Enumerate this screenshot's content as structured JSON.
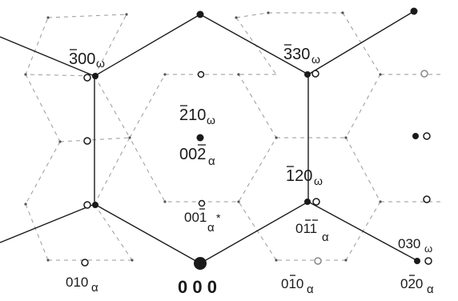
{
  "diagram": {
    "labels": {
      "l300w": {
        "main": "300",
        "bar_index": 0,
        "sub": "ω"
      },
      "l330w": {
        "main": "330",
        "bar_index": 0,
        "sub": "ω"
      },
      "l210w": {
        "main": "210",
        "bar_index": 0,
        "sub": "ω"
      },
      "l002a": {
        "main": "002",
        "bar_index": 2,
        "sub": "α"
      },
      "l120w": {
        "main": "120",
        "bar_index": 0,
        "sub": "ω"
      },
      "l001a": {
        "main": "001",
        "bar_index": 2,
        "sub": "α",
        "sup": "*"
      },
      "l011a": {
        "main": "011",
        "bar_indices": [
          1,
          2
        ],
        "sub": "α"
      },
      "l030w": {
        "main": "030",
        "sub": "ω"
      },
      "l010a": {
        "main": "010",
        "sub": "α"
      },
      "l000": {
        "main": "0 0 0"
      },
      "l0m10a": {
        "main": "010",
        "bar_index": 1,
        "sub": "α"
      },
      "l0m20a": {
        "main": "020",
        "bar_index": 1,
        "sub": "α"
      }
    },
    "colors": {
      "solid_line": "#1a1a1a",
      "dashed_line": "#9a9a9a",
      "spot": "#1a1a1a"
    }
  }
}
